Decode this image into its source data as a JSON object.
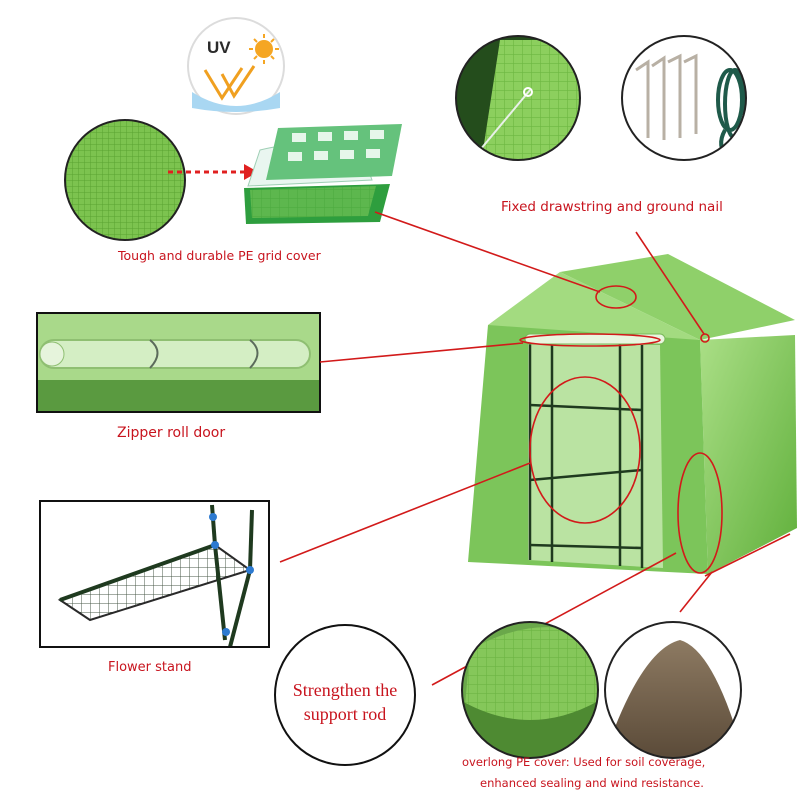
{
  "uv_badge": {
    "text": "UV"
  },
  "captions": {
    "grid_cover": "Tough and durable PE grid cover",
    "drawstring": "Fixed drawstring and ground nail",
    "zipper_door": "Zipper roll door",
    "flower_stand": "Flower stand",
    "support_rod_line1": "Strengthen the",
    "support_rod_line2": "support rod",
    "overlong_cover_line1": "overlong PE cover:   Used for soil coverage,",
    "overlong_cover_line2": "enhanced sealing and wind resistance."
  },
  "colors": {
    "caption_red": "#c8141e",
    "film_green": "#5fb83c",
    "frame_dark": "#1f3a1f",
    "soil_brown": "#7a6650",
    "sun_orange": "#f5a623"
  }
}
